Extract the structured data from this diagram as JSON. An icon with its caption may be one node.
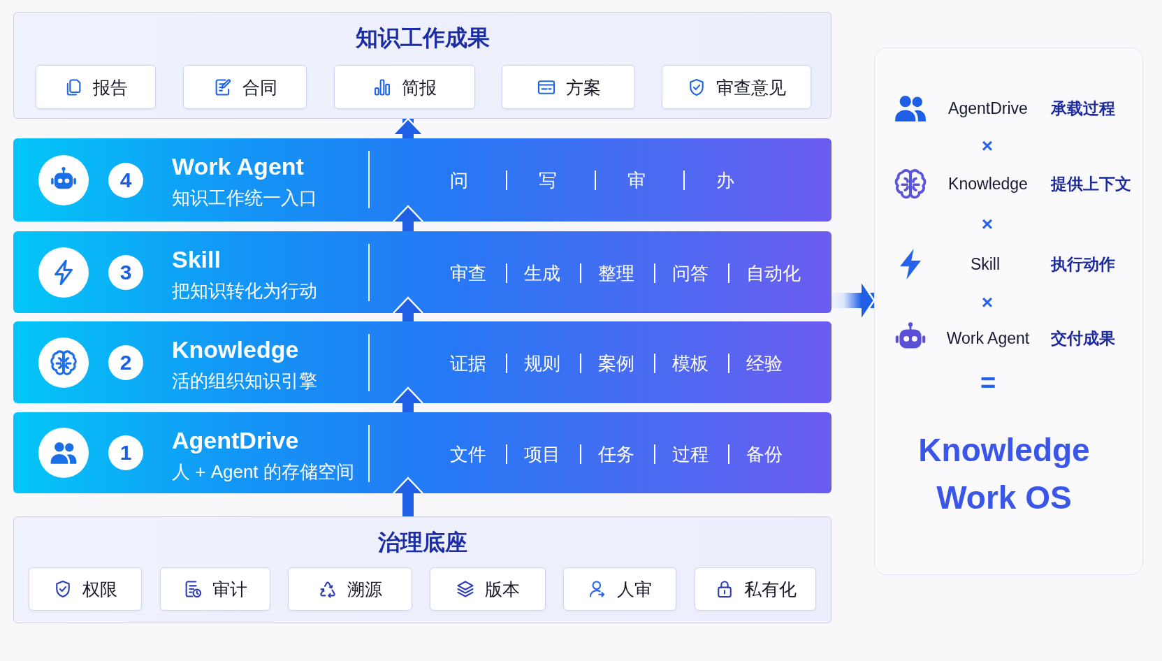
{
  "diagram": {
    "nodes": [
      {
        "text": [
          "知识工作成果"
        ]
      },
      {
        "text": [
          "报告"
        ],
        "in": 0
      },
      {
        "text": [
          "合同"
        ],
        "in": 0
      },
      {
        "text": [
          "简报"
        ],
        "in": 0
      },
      {
        "text": [
          "方案"
        ],
        "in": 0
      },
      {
        "text": [
          "审查意见"
        ],
        "in": 0
      },
      {
        "text": [
          "Work Agent",
          "知识工作统一入口",
          "问",
          "写",
          "审",
          "办"
        ]
      },
      {
        "text": [
          "4"
        ],
        "in": 6
      },
      {
        "text": [
          "Skill",
          "把知识转化为行动",
          "审查",
          "生成",
          "整理",
          "问答",
          "自动化"
        ]
      },
      {
        "text": [
          "3"
        ],
        "in": 8
      },
      {
        "text": [
          "Knowledge",
          "活的组织知识引擎",
          "证据",
          "规则",
          "案例",
          "模板",
          "经验"
        ]
      },
      {
        "text": [
          "2"
        ],
        "in": 10
      },
      {
        "text": [
          "AgentDrive",
          "人 + Agent 的存储空间",
          "文件",
          "项目",
          "任务",
          "过程",
          "备份"
        ]
      },
      {
        "text": [
          "1"
        ],
        "in": 12
      },
      {
        "text": [
          "治理底座"
        ]
      },
      {
        "text": [
          "权限"
        ],
        "in": 14
      },
      {
        "text": [
          "审计"
        ],
        "in": 14
      },
      {
        "text": [
          "溯源"
        ],
        "in": 14
      },
      {
        "text": [
          "版本"
        ],
        "in": 14
      },
      {
        "text": [
          "人审"
        ],
        "in": 14
      },
      {
        "text": [
          "私有化"
        ],
        "in": 14
      },
      {
        "text": [
          "AgentDrive",
          "承载过程",
          "×",
          "Knowledge",
          "提供上下文",
          "×",
          "Skill",
          "执行动作",
          "×",
          "Work Agent",
          "交付成果",
          "=",
          "Knowledge Work OS"
        ]
      }
    ],
    "edges": [
      {
        "from": 14,
        "to": 12,
        "arrow": "to"
      },
      {
        "from": 12,
        "to": 10,
        "arrow": "to"
      },
      {
        "from": 10,
        "to": 8,
        "arrow": "to"
      },
      {
        "from": 8,
        "to": 6,
        "arrow": "to"
      },
      {
        "from": 6,
        "to": 0,
        "arrow": "to"
      },
      {
        "from": 8,
        "to": 21,
        "arrow": "to"
      }
    ]
  }
}
